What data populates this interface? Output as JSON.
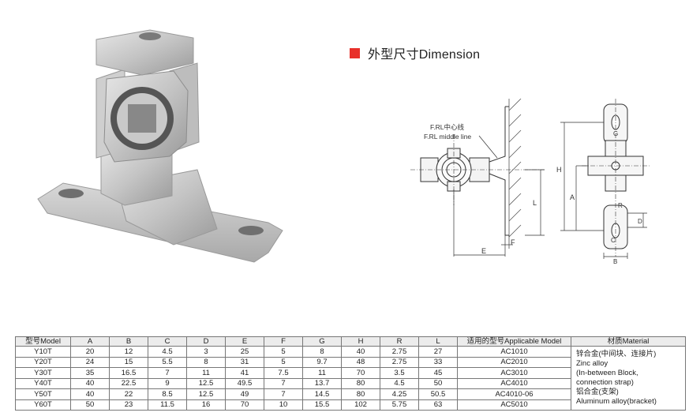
{
  "header": {
    "title": "外型尺寸Dimension",
    "accent_color": "#e8302a"
  },
  "drawing": {
    "labels": {
      "center_line_cn": "F.RL中心线",
      "center_line_en": "F.RL middle line",
      "G": "G",
      "H": "H",
      "A": "A",
      "L": "L",
      "F": "F",
      "E": "E",
      "R": "R",
      "D": "D",
      "C": "C",
      "B": "B"
    }
  },
  "table": {
    "headers": [
      "型号Model",
      "A",
      "B",
      "C",
      "D",
      "E",
      "F",
      "G",
      "H",
      "R",
      "L",
      "适用的型号Applicable Model",
      "材质Material"
    ],
    "rows": [
      [
        "Y10T",
        "20",
        "12",
        "4.5",
        "3",
        "25",
        "5",
        "8",
        "40",
        "2.75",
        "27",
        "AC1010"
      ],
      [
        "Y20T",
        "24",
        "15",
        "5.5",
        "8",
        "31",
        "5",
        "9.7",
        "48",
        "2.75",
        "33",
        "AC2010"
      ],
      [
        "Y30T",
        "35",
        "16.5",
        "7",
        "11",
        "41",
        "7.5",
        "11",
        "70",
        "3.5",
        "45",
        "AC3010"
      ],
      [
        "Y40T",
        "40",
        "22.5",
        "9",
        "12.5",
        "49.5",
        "7",
        "13.7",
        "80",
        "4.5",
        "50",
        "AC4010"
      ],
      [
        "Y50T",
        "40",
        "22",
        "8.5",
        "12.5",
        "49",
        "7",
        "14.5",
        "80",
        "4.25",
        "50.5",
        "AC4010-06"
      ],
      [
        "Y60T",
        "50",
        "23",
        "11.5",
        "16",
        "70",
        "10",
        "15.5",
        "102",
        "5.75",
        "63",
        "AC5010"
      ]
    ],
    "material": [
      "锌合金(中间块、连接片)",
      "Zinc alloy",
      "(In-between Block,",
      "connection strap)",
      "铝合金(支架)",
      "Aluminum alloy(bracket)"
    ]
  }
}
